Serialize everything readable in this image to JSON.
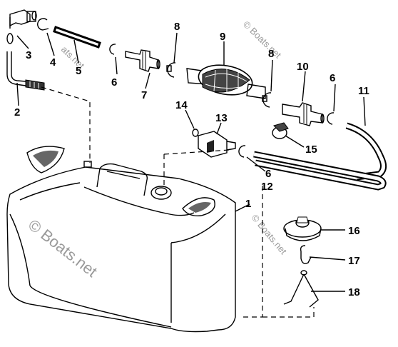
{
  "callouts": {
    "c1": "1",
    "c2": "2",
    "c3": "3",
    "c4": "4",
    "c5": "5",
    "c6a": "6",
    "c6b": "6",
    "c6c": "6",
    "c7": "7",
    "c8a": "8",
    "c8b": "8",
    "c9": "9",
    "c10": "10",
    "c11": "11",
    "c12": "12",
    "c13": "13",
    "c14": "14",
    "c15": "15",
    "c16": "16",
    "c17": "17",
    "c18": "18"
  },
  "watermarks": {
    "main": "© Boats.net",
    "top": "© Boats.net",
    "side": "© Boats.net",
    "topleft": "ats.net"
  }
}
